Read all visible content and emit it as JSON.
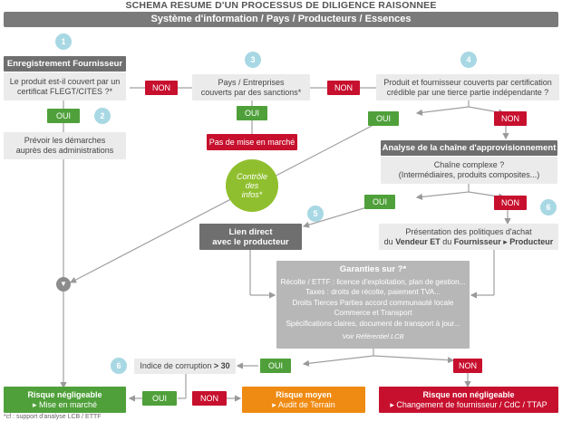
{
  "title": "SCHEMA RESUME D'UN PROCESSUS DE DILIGENCE RAISONNEE",
  "banner": "Système d'information / Pays / Producteurs / Essences",
  "steps": {
    "n1": "1",
    "n2": "2",
    "n3": "3",
    "n4": "4",
    "n5": "5",
    "n6a": "6",
    "n6b": "6"
  },
  "registration": {
    "header": "Enregistrement Fournisseur",
    "question_l1": "Le produit est-il couvert par un",
    "question_l2": "certificat FLEGT/CITES ?*"
  },
  "procedures": {
    "l1": "Prévoir les démarches",
    "l2": "auprès des administrations"
  },
  "sanctions": {
    "l1": "Pays / Entreprises",
    "l2": "couverts par des sanctions*"
  },
  "no_market": "Pas de mise en marché",
  "certification": {
    "l1": "Produit et fournisseur couverts par certification",
    "l2": "crédible par une tierce partie indépendante ?"
  },
  "supply_chain": {
    "header": "Analyse de la chaîne d'approvisionnement",
    "l1": "Chaîne complexe ?",
    "l2": "(Intermédiaires, produits composites...)"
  },
  "controle": {
    "l1": "Contrôle",
    "l2": "des",
    "l3": "infos*"
  },
  "direct_link": {
    "l1": "Lien direct",
    "l2": "avec le producteur"
  },
  "policies": {
    "l1": "Présentation des politiques d'achat",
    "l2_prefix": "du ",
    "l2_bold1": "Vendeur ET",
    "l2_mid": " du ",
    "l2_bold2": "Fournisseur",
    "l2_bold3": "Producteur"
  },
  "guarantees": {
    "header": "Garanties sur ?*",
    "l1": "Récolte / ETTF : licence d'exploitation, plan de gestion...",
    "l2": "Taxes : droits de récolte, paiement TVA...",
    "l3": "Droits Tierces Parties accord communauté locale",
    "l4": "Commerce et Transport",
    "l5": "Spécifications claires, document de transport à jour...",
    "ref": "Voir Référentiel LCB"
  },
  "corruption": {
    "text": "Indice de corruption",
    "value": "> 30"
  },
  "labels": {
    "oui": "OUI",
    "non": "NON"
  },
  "outcomes": {
    "negligible": {
      "title": "Risque négligeable",
      "action": "Mise en marché"
    },
    "medium": {
      "title": "Risque moyen",
      "action": "Audit de Terrain"
    },
    "high": {
      "title": "Risque non négligeable",
      "action": "Changement de fournisseur / CdC / TTAP"
    }
  },
  "footnote": "*cf : support d'analyse LCB / ETTF",
  "colors": {
    "green": "#4fa03a",
    "red": "#c7102e",
    "orange": "#ef8a12",
    "dark_grey": "#6f6f6f",
    "light_grey": "#ebebeb",
    "step_blue": "#a8d8e3"
  }
}
